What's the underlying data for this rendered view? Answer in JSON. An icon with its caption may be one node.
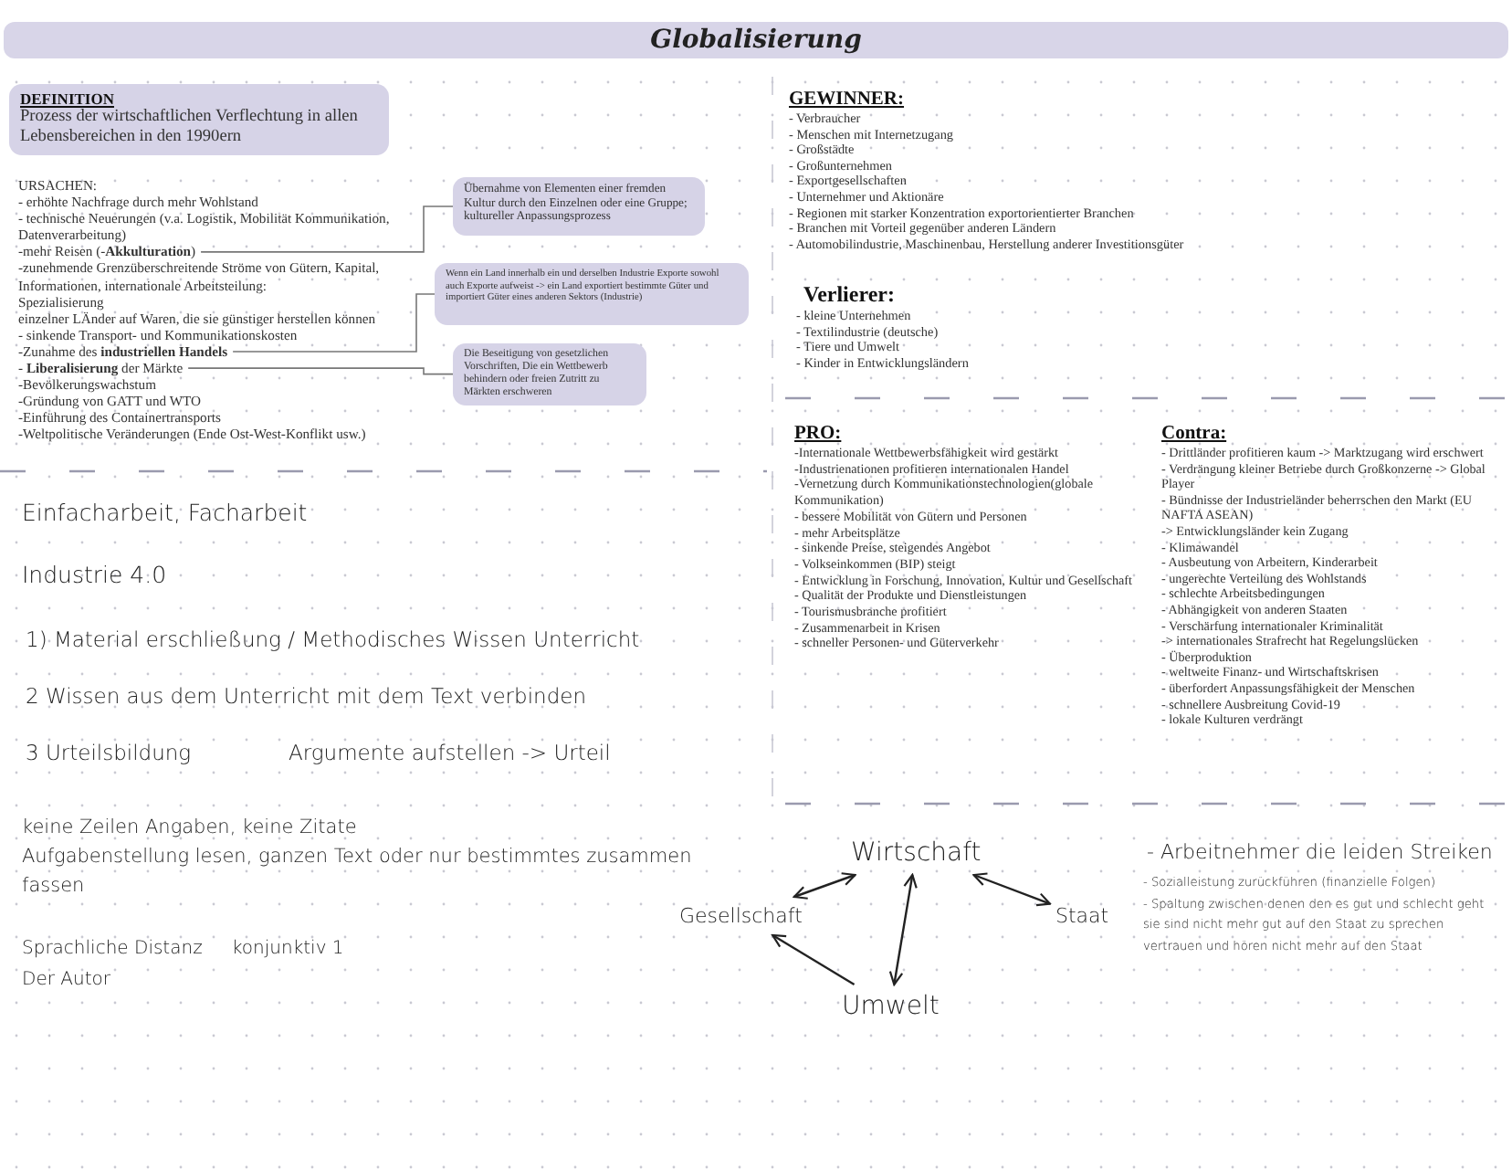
{
  "diagram": {
    "title": "Globalisierung",
    "nodes": [
      {
        "text": [
          "DEFINITION",
          "Prozess der wirtschaftlichen Verflechtung in allen Lebensbereichen in den 1990ern"
        ]
      },
      {
        "text": [
          "-mehr Reisen (-**Akkulturation**)"
        ]
      },
      {
        "text": [
          "Übernahme von Elementen einer fremden Kultur durch den Einzelnen oder eine Gruppe; kultureller Anpassungsprozess"
        ]
      },
      {
        "text": [
          "-Zunahme des **industriellen Handels**"
        ]
      },
      {
        "text": [
          "Wenn ein Land innerhalb ein und derselben Industrie Exporte sowohl auch Exporte aufweist -> ein Land exportiert bestimmte Güter und importiert Güter eines anderen Sektors (Industrie)"
        ]
      },
      {
        "text": [
          "- **Liberalisierung** der Märkte"
        ]
      },
      {
        "text": [
          "Die Beseitigung von gesetzlichen Vorschriften, Die ein Wettbewerb behindern oder freien Zutritt zu Märkten erschweren"
        ]
      },
      {
        "text": [
          "Wirtschaft"
        ]
      },
      {
        "text": [
          "Gesellschaft"
        ]
      },
      {
        "text": [
          "Staat"
        ]
      },
      {
        "text": [
          "Umwelt"
        ]
      }
    ],
    "edges": [
      {
        "from": 1,
        "to": 2,
        "arrow": "none"
      },
      {
        "from": 3,
        "to": 4,
        "arrow": "none"
      },
      {
        "from": 5,
        "to": 6,
        "arrow": "none"
      },
      {
        "from": 8,
        "to": 7,
        "arrow": "both"
      },
      {
        "from": 7,
        "to": 9,
        "arrow": "both"
      },
      {
        "from": 10,
        "to": 7,
        "arrow": "both"
      },
      {
        "from": 10,
        "to": 8,
        "arrow": "to"
      }
    ],
    "labels": [
      "URSACHEN:",
      "- erhöhte Nachfrage durch mehr Wohlstand",
      "- technische Neuerungen (v.a. Logistik, Mobilität Kommunikation, Datenverarbeitung)",
      "-zunehmende Grenzüberschreitende Ströme von Gütern, Kapital, Informationen, internationale Arbeitsteilung:",
      "Spezialisierung",
      "einzelner LÄnder auf Waren, die sie günstiger herstellen können",
      "- sinkende Transport- und Kommunikationskosten",
      "-Bevölkerungswachstum",
      "-Gründung von GATT und WTO",
      "-Einführung des Containertransports",
      "-Weltpolitische Veränderungen (Ende Ost-West-Konflikt usw.)",
      "Einfacharbeit, Facharbeit",
      "Industrie 4.0",
      "1) Material erschließung / Methodisches Wissen Unterricht",
      "2 Wissen aus dem Unterricht mit dem Text verbinden",
      "3 Urteilsbildung",
      "Argumente aufstellen -> Urteil",
      "keine Zeilen Angaben, keine Zitate",
      "Aufgabenstellung lesen, ganzen Text oder nur bestimmtes zusammen fassen",
      "Sprachliche Distanz",
      "konjunktiv 1",
      "Der Autor",
      "GEWINNER:",
      "- Verbraucher",
      "- Menschen mit Internetzugang",
      "- Großstädte",
      "- Großunternehmen",
      "- Exportgesellschaften",
      "- Unternehmer und Aktionäre",
      "- Regionen mit starker Konzentration exportorientierter Branchen",
      "- Branchen mit Vorteil gegenüber anderen Ländern",
      "- Automobilindustrie, Maschinenbau, Herstellung anderer Investitionsgüter",
      "Verlierer:",
      "- kleine Unternehmen",
      "- Textilindustrie (deutsche)",
      "- Tiere und Umwelt",
      "- Kinder in Entwicklungsländern",
      "PRO:",
      "-Internationale Wettbewerbsfähigkeit wird gestärkt",
      "-Industrienationen profitieren internationalen Handel",
      "-Vernetzung durch Kommunikationstechnologien(globale Kommunikation)",
      "- bessere Mobilität von Gütern und Personen",
      "- mehr Arbeitsplätze",
      "- sinkende Preise, steigendes Angebot",
      "- Volkseinkommen (BIP) steigt",
      "- Entwicklung in Forschung, Innovation, Kultur und Gesellschaft",
      "- Qualität der Produkte und Dienstleistungen",
      "- Tourismusbranche profitiert",
      "- Zusammenarbeit in Krisen",
      "- schneller Personen- und Güterverkehr",
      "Contra:",
      "- Drittländer profitieren kaum -> Marktzugang wird erschwert",
      "- Verdrängung kleiner Betriebe durch Großkonzerne -> Global Player",
      "- Bündnisse der Industrieländer beherrschen den Markt (EU NAFTA ASEAN)",
      "-> Entwicklungsländer kein Zugang",
      "- Klimawandel",
      "- Ausbeutung von Arbeitern, Kinderarbeit",
      "- ungerechte Verteilung des Wohlstands",
      "- schlechte Arbeitsbedingungen",
      "- Abhängigkeit von anderen Staaten",
      "- Verschärfung internationaler Kriminalität",
      "-> internationales Strafrecht hat Regelungslücken",
      "- Überproduktion",
      "- weltweite Finanz- und Wirtschaftskrisen",
      "- überfordert Anpassungsfähigkeit der Menschen",
      "- schnellere Ausbreitung Covid-19",
      "- lokale Kulturen verdrängt",
      "- Arbeitnehmer die leiden Streiken",
      "- Sozialleistung zurückführen (finanzielle Folgen)",
      "- Spaltung zwischen denen den es gut und schlecht geht",
      "sie sind nicht mehr gut auf den Staat zu sprechen",
      "vertrauen und hören nicht mehr auf den Staat"
    ]
  }
}
